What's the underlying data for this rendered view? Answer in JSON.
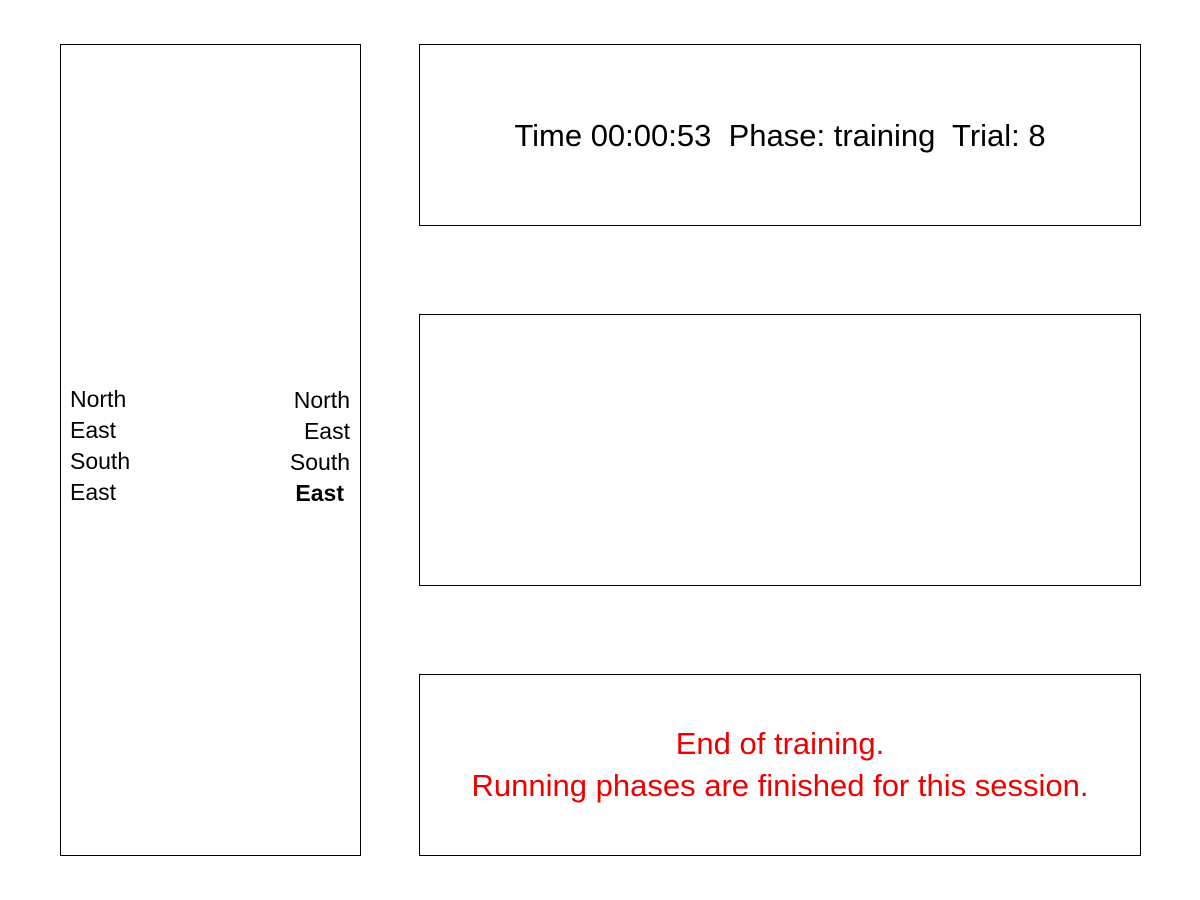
{
  "status": {
    "text": "Time 00:00:53  Phase: training  Trial: 8"
  },
  "left_list": [
    "North",
    "East",
    "South",
    "East"
  ],
  "right_list": [
    "North",
    "East",
    "South",
    "East"
  ],
  "right_list_selected_index": 3,
  "message": {
    "line1": "End of training.",
    "line2": "Running phases are finished for this session.",
    "color": "#ee0000"
  }
}
